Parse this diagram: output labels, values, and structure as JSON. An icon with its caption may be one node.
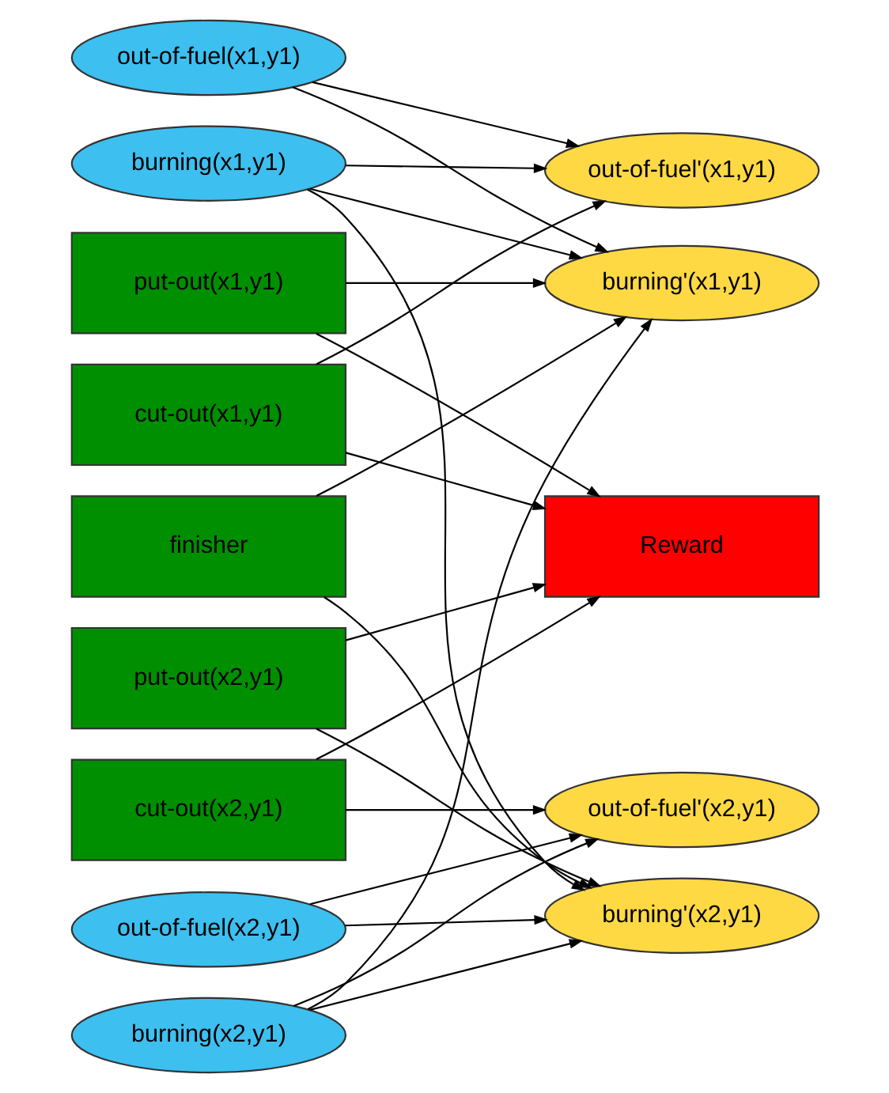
{
  "diagram": {
    "nodes": [
      {
        "text": [
          "out-of-fuel(x1,y1)"
        ]
      },
      {
        "text": [
          "burning(x1,y1)"
        ]
      },
      {
        "text": [
          "put-out(x1,y1)"
        ]
      },
      {
        "text": [
          "cut-out(x1,y1)"
        ]
      },
      {
        "text": [
          "finisher"
        ]
      },
      {
        "text": [
          "put-out(x2,y1)"
        ]
      },
      {
        "text": [
          "cut-out(x2,y1)"
        ]
      },
      {
        "text": [
          "out-of-fuel(x2,y1)"
        ]
      },
      {
        "text": [
          "burning(x2,y1)"
        ]
      },
      {
        "text": [
          "out-of-fuel'(x1,y1)"
        ]
      },
      {
        "text": [
          "burning'(x1,y1)"
        ]
      },
      {
        "text": [
          "Reward"
        ]
      },
      {
        "text": [
          "out-of-fuel'(x2,y1)"
        ]
      },
      {
        "text": [
          "burning'(x2,y1)"
        ]
      }
    ],
    "edges": [
      {
        "from": 0,
        "to": 9,
        "arrow": "to"
      },
      {
        "from": 0,
        "to": 10,
        "arrow": "to"
      },
      {
        "from": 1,
        "to": 9,
        "arrow": "to"
      },
      {
        "from": 1,
        "to": 10,
        "arrow": "to"
      },
      {
        "from": 1,
        "to": 13,
        "arrow": "to"
      },
      {
        "from": 2,
        "to": 10,
        "arrow": "to"
      },
      {
        "from": 2,
        "to": 11,
        "arrow": "to"
      },
      {
        "from": 3,
        "to": 9,
        "arrow": "to"
      },
      {
        "from": 3,
        "to": 11,
        "arrow": "to"
      },
      {
        "from": 4,
        "to": 10,
        "arrow": "to"
      },
      {
        "from": 4,
        "to": 13,
        "arrow": "to"
      },
      {
        "from": 5,
        "to": 11,
        "arrow": "to"
      },
      {
        "from": 5,
        "to": 13,
        "arrow": "to"
      },
      {
        "from": 6,
        "to": 11,
        "arrow": "to"
      },
      {
        "from": 6,
        "to": 12,
        "arrow": "to"
      },
      {
        "from": 7,
        "to": 12,
        "arrow": "to"
      },
      {
        "from": 7,
        "to": 13,
        "arrow": "to"
      },
      {
        "from": 8,
        "to": 10,
        "arrow": "to"
      },
      {
        "from": 8,
        "to": 12,
        "arrow": "to"
      },
      {
        "from": 8,
        "to": 13,
        "arrow": "to"
      }
    ]
  }
}
